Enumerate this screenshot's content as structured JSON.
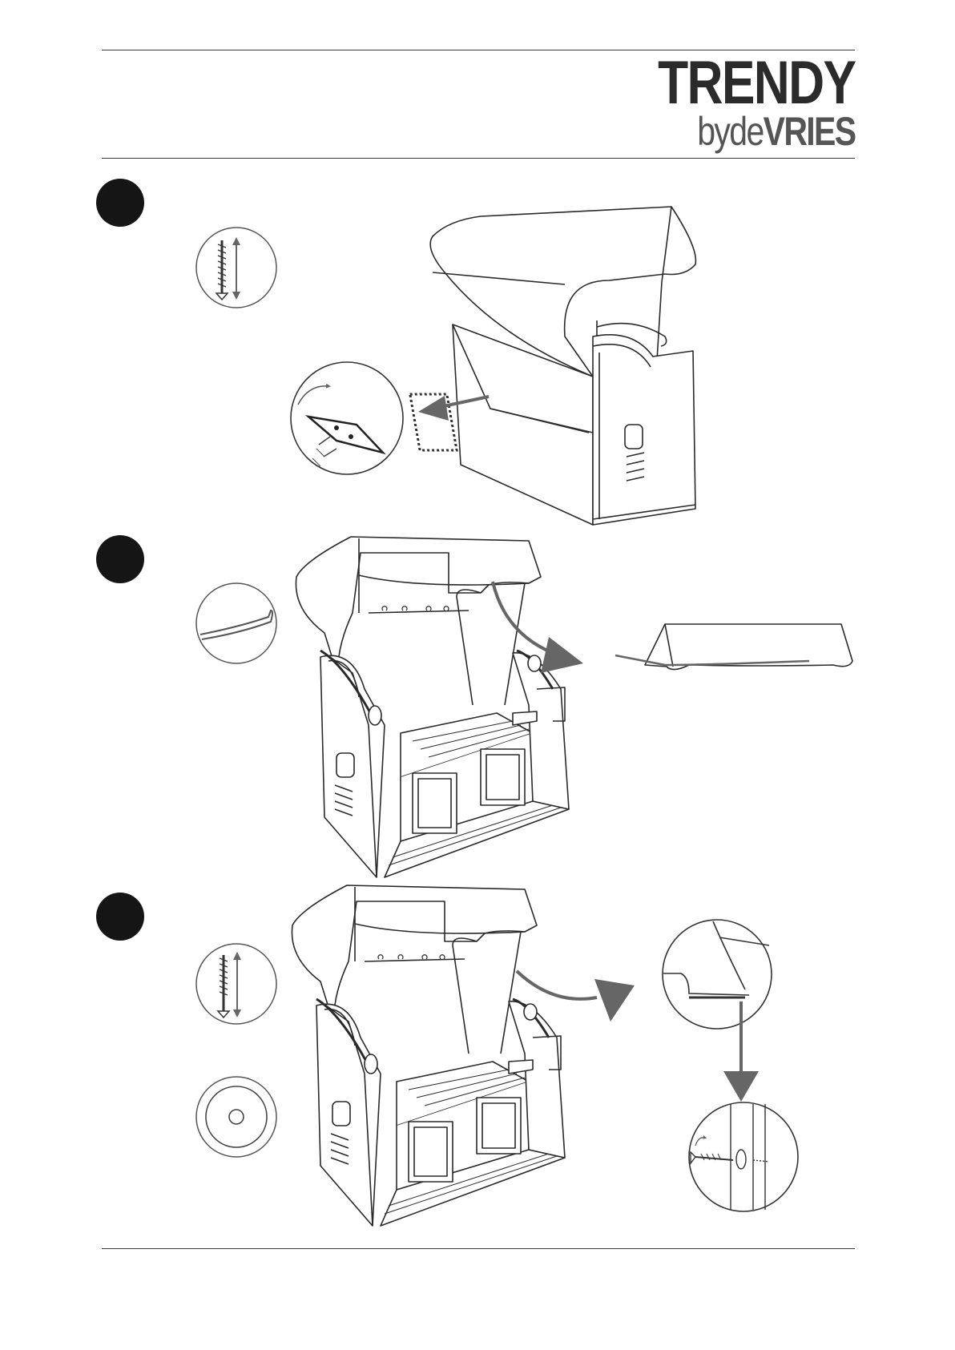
{
  "brand": {
    "name": "TRENDY",
    "sub_prefix": "by",
    "sub_light": "de",
    "sub_bold": "VRIES"
  },
  "steps": [
    {
      "label": "",
      "tools": [
        "screw-icon"
      ]
    },
    {
      "label": "",
      "tools": [
        "hex-key-icon"
      ]
    },
    {
      "label": "",
      "tools": [
        "screw-icon",
        "washer-icon"
      ]
    }
  ],
  "colors": {
    "line": "#2a2a2a",
    "arrow": "#666666",
    "dot": "#151515"
  }
}
